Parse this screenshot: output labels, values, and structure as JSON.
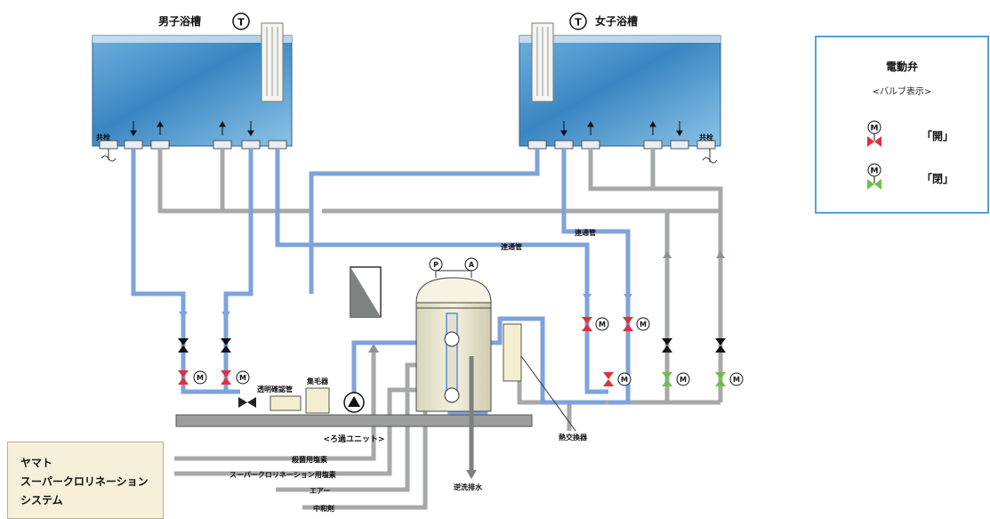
{
  "tanks": {
    "male": {
      "title": "男子浴槽",
      "overflow_label": "共栓"
    },
    "female": {
      "title": "女子浴槽",
      "overflow_label": "共栓"
    },
    "thermometer_symbol": "T"
  },
  "pipe_labels": {
    "connection_left": "連通管",
    "connection_right": "連通管",
    "filter_unit": "<ろ過ユニット>",
    "clear_pipe": "透明確認管",
    "hair_catcher": "集毛器",
    "heat_exchanger": "熱交換器",
    "backwash_drain": "逆洗排水",
    "pressure_symbol": "P",
    "air_symbol": "A"
  },
  "chemical_lines": [
    {
      "label": "殺菌用塩素"
    },
    {
      "label": "スーパークロリネーション用塩素"
    },
    {
      "label": "エアー"
    },
    {
      "label": "中和剤"
    }
  ],
  "system_box": {
    "line1": "ヤマト",
    "line2": "スーパークロリネーション",
    "line3": "システム"
  },
  "legend": {
    "title": "電動弁",
    "subtitle": "<バルブ表示>",
    "open_label": "「開」",
    "closed_label": "「閉」",
    "motor_symbol": "M",
    "open_color": "#e0303a",
    "closed_color": "#6cc04a"
  },
  "colors": {
    "blue_pipe": "#7ea3dc",
    "gray_pipe": "#a7a9a8",
    "tank_water": "#3f88c0",
    "valve_open": "#e0303a",
    "valve_closed": "#6cc04a"
  }
}
